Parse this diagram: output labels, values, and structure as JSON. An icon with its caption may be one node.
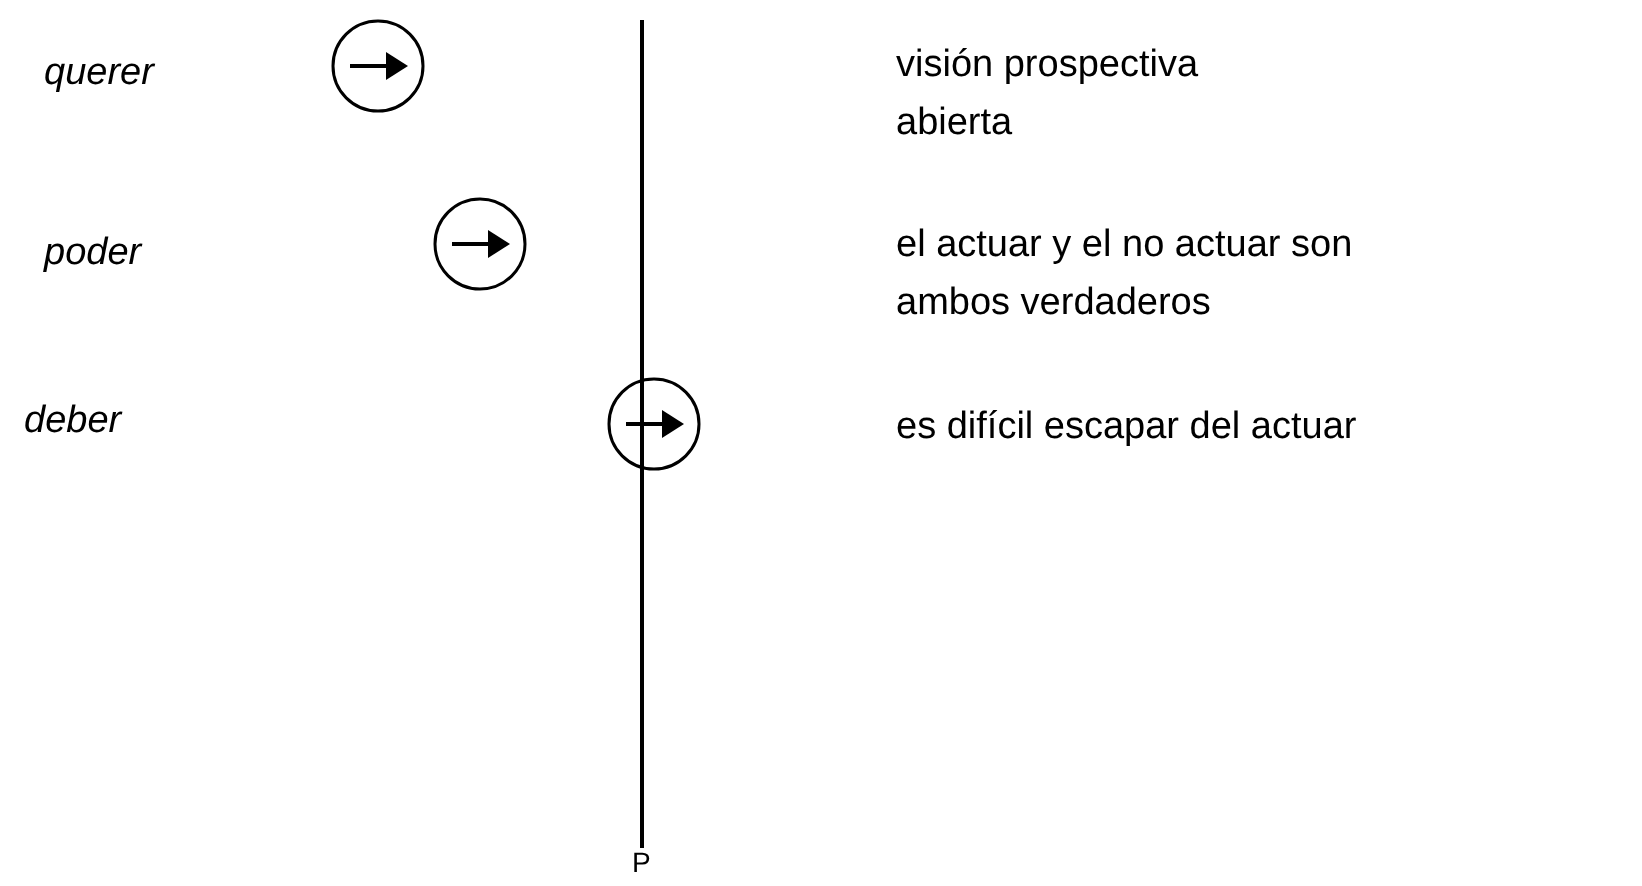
{
  "diagram": {
    "nodes": [
      {
        "text": [],
        "shape": "circle"
      },
      {
        "text": [],
        "shape": "circle"
      },
      {
        "text": [],
        "shape": "circle"
      }
    ],
    "labels": [
      "querer",
      "visión prospectiva abierta",
      "poder",
      "el actuar y el no actuar son ambos verdaderos",
      "deber",
      "es difícil escapar del actuar",
      "P"
    ]
  }
}
